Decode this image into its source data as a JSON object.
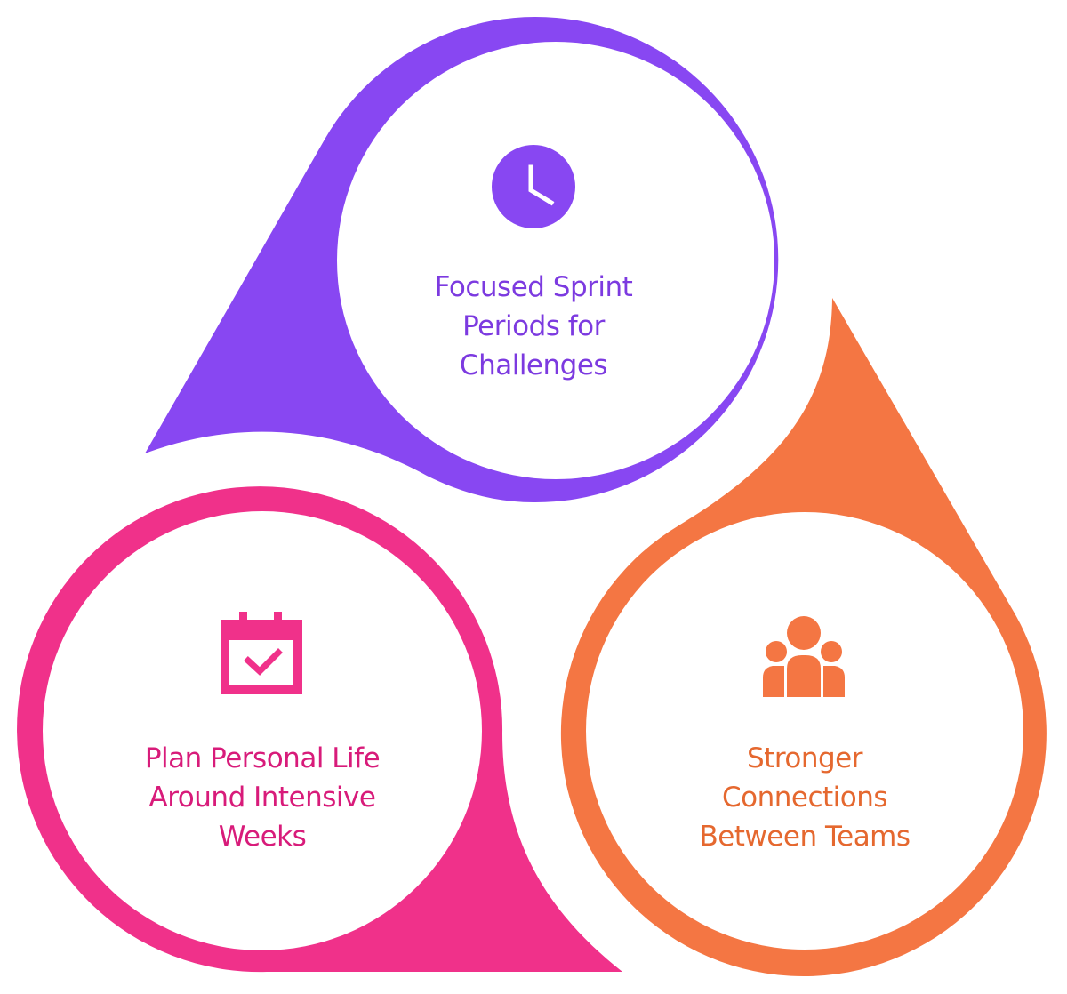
{
  "nodes": [
    {
      "id": "focused-sprint",
      "icon": "clock-icon",
      "color": "#8847f2",
      "text_color": "#7c3ae0",
      "lines": [
        "Focused Sprint",
        "Periods for",
        "Challenges"
      ]
    },
    {
      "id": "plan-personal-life",
      "icon": "calendar-check-icon",
      "color": "#f0318a",
      "text_color": "#d81b7a",
      "lines": [
        "Plan Personal Life",
        "Around Intensive",
        "Weeks"
      ]
    },
    {
      "id": "stronger-connections",
      "icon": "team-icon",
      "color": "#f47643",
      "text_color": "#e5682f",
      "lines": [
        "Stronger",
        "Connections",
        "Between Teams"
      ]
    }
  ]
}
